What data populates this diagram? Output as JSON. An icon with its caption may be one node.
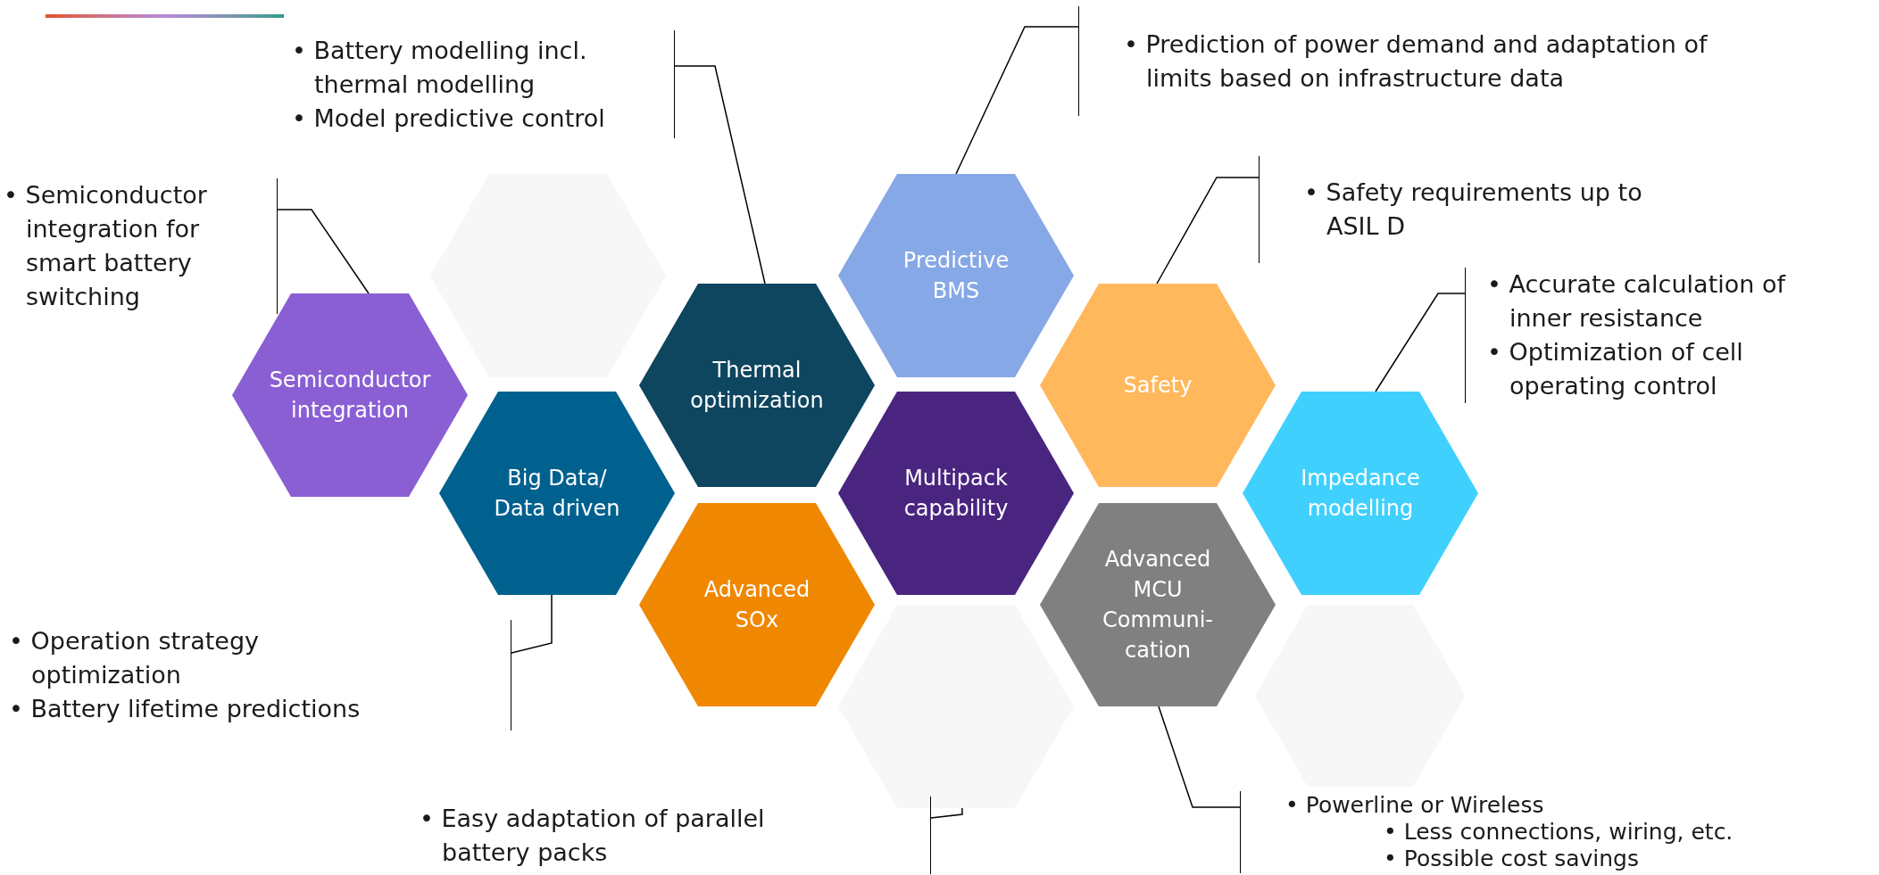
{
  "diagram": {
    "nodes": [
      {
        "text": [
          "• Battery modelling incl. thermal modelling",
          "• Model predictive control"
        ]
      },
      {
        "text": [
          "• Prediction of power demand and adaptation of limits based on infrastructure data"
        ]
      },
      {
        "text": [
          "• Semiconductor integration for smart battery switching"
        ]
      },
      {
        "text": [
          "• Safety requirements up to ASIL D"
        ]
      },
      {
        "text": [
          "• Accurate calculation of inner resistance",
          "• Optimization of cell operating control"
        ]
      },
      {
        "text": [],
        "shape": "hexagon"
      },
      {
        "text": [
          "Predictive BMS"
        ]
      },
      {
        "text": [
          "Semiconductor integration"
        ]
      },
      {
        "text": [
          "Thermal optimization"
        ]
      },
      {
        "text": [
          "Safety"
        ]
      },
      {
        "text": [
          "Big Data/ Data driven"
        ]
      },
      {
        "text": [
          "Multipack capability"
        ]
      },
      {
        "text": [
          "Impedance modelling"
        ]
      },
      {
        "text": [
          "Advanced SOx"
        ]
      },
      {
        "text": [
          "Advanced MCU Communi-cation"
        ]
      },
      {
        "text": [],
        "shape": "hexagon"
      },
      {
        "text": [],
        "shape": "hexagon"
      },
      {
        "text": [
          "• Operation strategy optimization",
          "• Battery lifetime predictions"
        ]
      },
      {
        "text": [
          "• Powerline or Wireless",
          "• Less connections, wiring, etc.",
          "• Possible cost savings"
        ]
      },
      {
        "text": [
          "• Easy adaptation of parallel battery packs"
        ]
      }
    ],
    "edges": [
      {
        "from": 2,
        "to": 7,
        "arrow": "none"
      },
      {
        "from": 0,
        "to": 8,
        "arrow": "none"
      },
      {
        "from": 1,
        "to": 6,
        "arrow": "none"
      },
      {
        "from": 3,
        "to": 9,
        "arrow": "none"
      },
      {
        "from": 4,
        "to": 12,
        "arrow": "none"
      },
      {
        "from": 17,
        "to": 10,
        "arrow": "none"
      },
      {
        "from": 19,
        "to": 15,
        "arrow": "none"
      },
      {
        "from": 18,
        "to": 14,
        "arrow": "none"
      }
    ]
  }
}
